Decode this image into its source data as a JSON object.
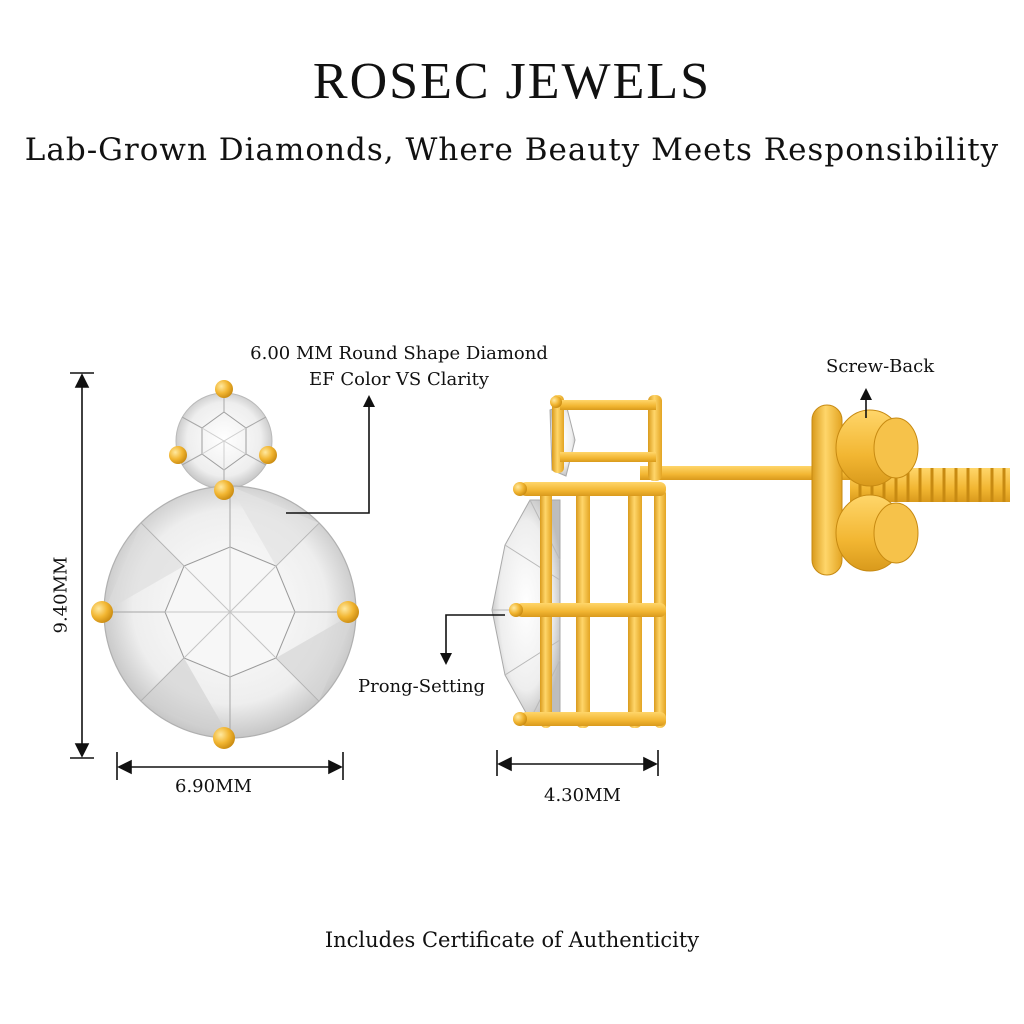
{
  "header": {
    "brand": "ROSEC JEWELS",
    "tagline": "Lab-Grown Diamonds, Where Beauty Meets Responsibility"
  },
  "front_view": {
    "spec_line_1": "6.00 MM Round Shape Diamond",
    "spec_line_2": "EF Color VS Clarity",
    "height_label": "9.40MM",
    "width_label": "6.90MM"
  },
  "side_view": {
    "screw_back_label": "Screw-Back",
    "prong_label": "Prong-Setting",
    "depth_label": "4.30MM"
  },
  "footer": {
    "certificate_text": "Includes Certificate of Authenticity"
  },
  "colors": {
    "gold": "#f2b632",
    "gold_dark": "#d99a1c",
    "gold_light": "#ffd66a",
    "diamond_light": "#ffffff",
    "diamond_shade": "#c9c9c9",
    "ink": "#111111"
  }
}
